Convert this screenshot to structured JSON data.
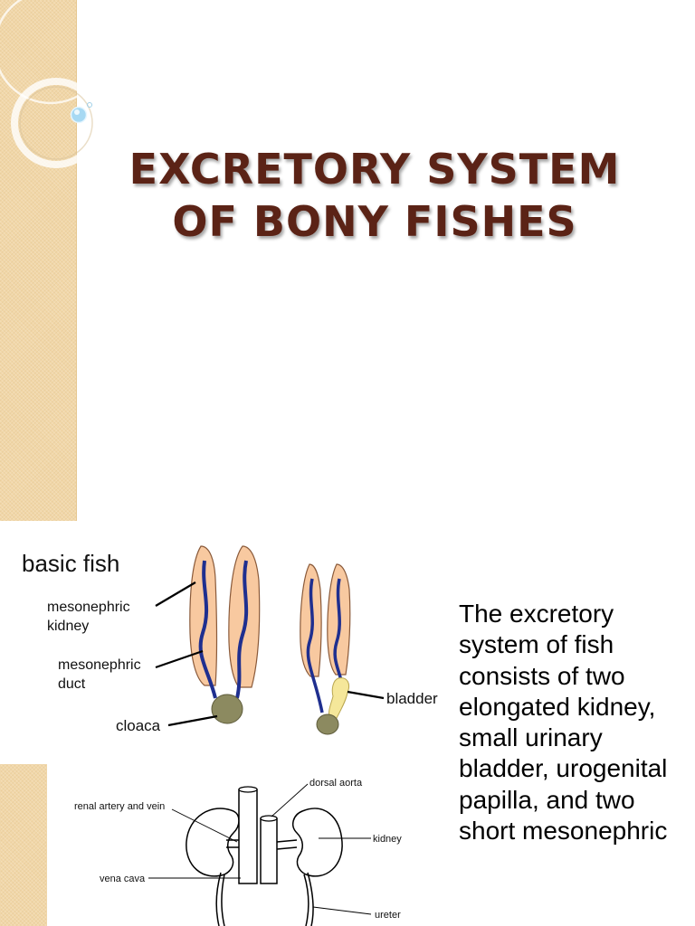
{
  "slide": {
    "title_line1": "EXCRETORY SYSTEM",
    "title_line2": "OF BONY FISHES",
    "body_text": "The excretory system of fish consists of two elongated kidney, small urinary bladder, urogenital papilla, and two short mesonephric"
  },
  "figure_top": {
    "heading": "basic fish",
    "label_kidney_1": "mesonephric",
    "label_kidney_2": "kidney",
    "label_duct_1": "mesonephric",
    "label_duct_2": "duct",
    "label_cloaca": "cloaca",
    "label_bladder": "bladder"
  },
  "figure_bottom": {
    "label_dorsal_aorta": "dorsal aorta",
    "label_renal": "renal artery and vein",
    "label_kidney": "kidney",
    "label_vena_cava": "vena cava",
    "label_ureter": "ureter"
  },
  "colors": {
    "title": "#5b2316",
    "sidebar": "#f1d7a8",
    "kidney_fill": "#f8c9a0",
    "duct": "#1f2f8f",
    "cloaca": "#8c8a60",
    "bladder": "#f5e79a"
  }
}
